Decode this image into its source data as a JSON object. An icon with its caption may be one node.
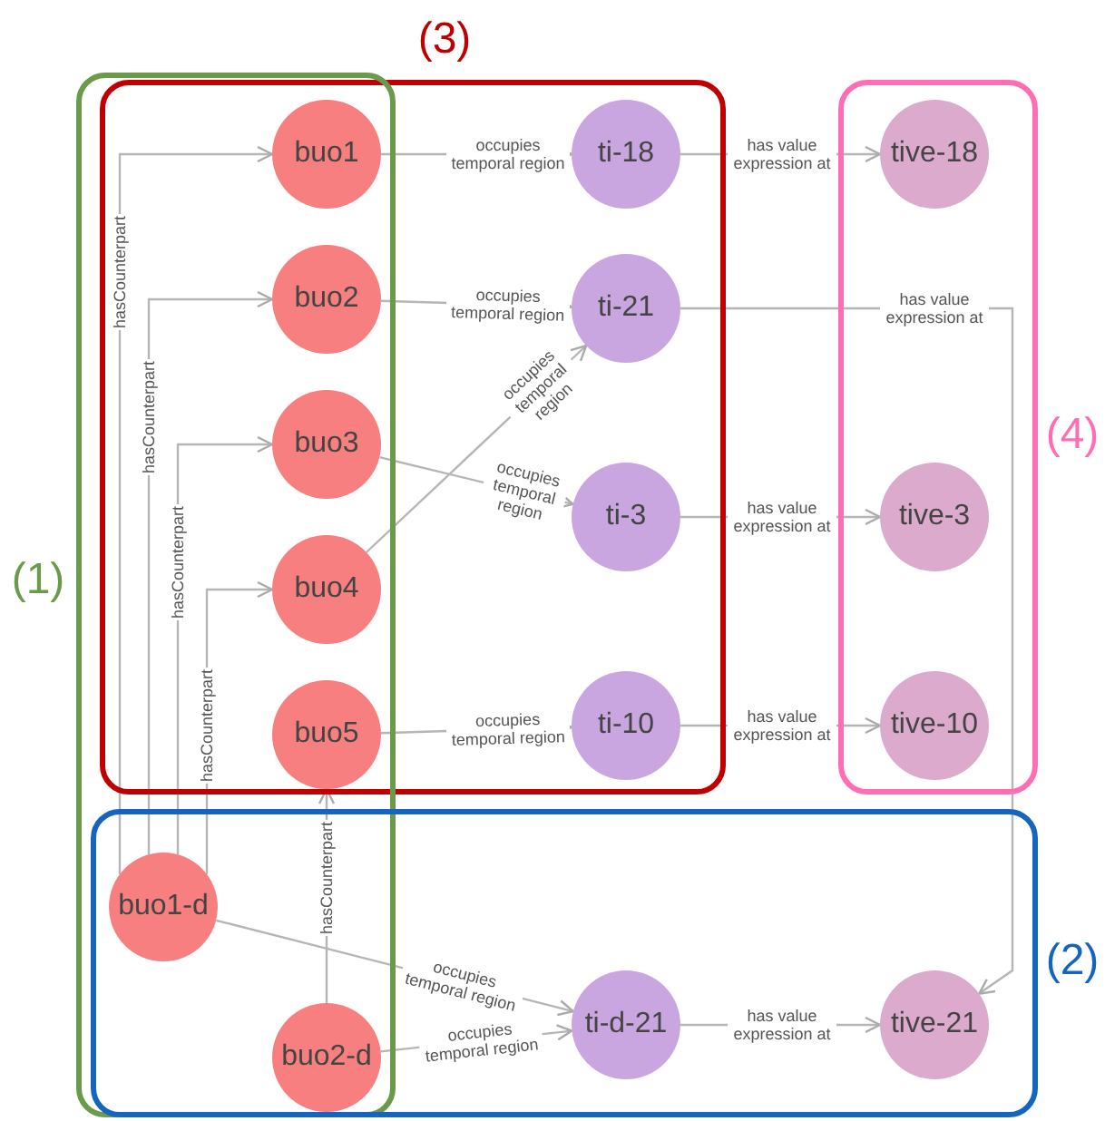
{
  "diagram": {
    "nodes": [
      {
        "text": [
          "buo1"
        ]
      },
      {
        "text": [
          "buo2"
        ]
      },
      {
        "text": [
          "buo3"
        ]
      },
      {
        "text": [
          "buo4"
        ]
      },
      {
        "text": [
          "buo5"
        ]
      },
      {
        "text": [
          "ti-18"
        ]
      },
      {
        "text": [
          "ti-21"
        ]
      },
      {
        "text": [
          "ti-3"
        ]
      },
      {
        "text": [
          "ti-10"
        ]
      },
      {
        "text": [
          "tive-18"
        ]
      },
      {
        "text": [
          "tive-3"
        ]
      },
      {
        "text": [
          "tive-10"
        ]
      },
      {
        "text": [
          "buo1-d"
        ]
      },
      {
        "text": [
          "buo2-d"
        ]
      },
      {
        "text": [
          "ti-d-21"
        ]
      },
      {
        "text": [
          "tive-21"
        ]
      }
    ],
    "edges": [
      {
        "from": 0,
        "to": 5,
        "arrow": "to",
        "label": "occupies temporal region"
      },
      {
        "from": 1,
        "to": 6,
        "arrow": "to",
        "label": "occupies temporal region"
      },
      {
        "from": 2,
        "to": 7,
        "arrow": "to",
        "label": "occupies temporal region"
      },
      {
        "from": 3,
        "to": 6,
        "arrow": "to",
        "label": "occupies temporal region"
      },
      {
        "from": 4,
        "to": 8,
        "arrow": "to",
        "label": "occupies temporal region"
      },
      {
        "from": 12,
        "to": 14,
        "arrow": "to",
        "label": "occupies temporal region"
      },
      {
        "from": 13,
        "to": 14,
        "arrow": "to",
        "label": "occupies temporal region"
      },
      {
        "from": 12,
        "to": 0,
        "arrow": "to",
        "label": "hasCounterpart"
      },
      {
        "from": 12,
        "to": 1,
        "arrow": "to",
        "label": "hasCounterpart"
      },
      {
        "from": 12,
        "to": 2,
        "arrow": "to",
        "label": "hasCounterpart"
      },
      {
        "from": 12,
        "to": 3,
        "arrow": "to",
        "label": "hasCounterpart"
      },
      {
        "from": 13,
        "to": 4,
        "arrow": "to",
        "label": "hasCounterpart"
      },
      {
        "from": 5,
        "to": 9,
        "arrow": "to",
        "label": "has value expression at"
      },
      {
        "from": 6,
        "to": 15,
        "arrow": "to",
        "label": "has value expression at"
      },
      {
        "from": 7,
        "to": 10,
        "arrow": "to",
        "label": "has value expression at"
      },
      {
        "from": 8,
        "to": 11,
        "arrow": "to",
        "label": "has value expression at"
      },
      {
        "from": 14,
        "to": 15,
        "arrow": "to",
        "label": "has value expression at"
      }
    ],
    "labels": [
      "(3)",
      "(1)",
      "(4)",
      "(2)"
    ]
  }
}
